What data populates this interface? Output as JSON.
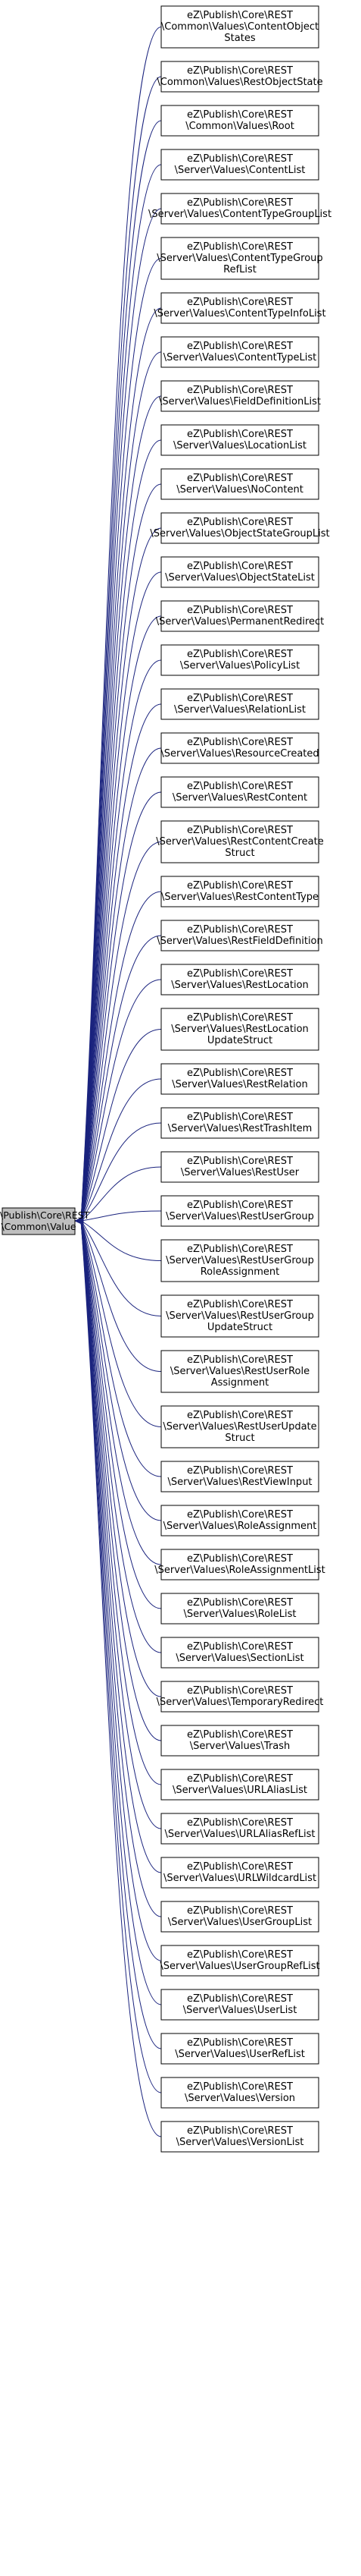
{
  "base_class": [
    "eZ\\Publish\\Core\\REST",
    "\\Common\\Value"
  ],
  "derived_classes": [
    [
      "eZ\\Publish\\Core\\REST",
      "\\Common\\Values\\ContentObject",
      "States"
    ],
    [
      "eZ\\Publish\\Core\\REST",
      "\\Common\\Values\\RestObjectState"
    ],
    [
      "eZ\\Publish\\Core\\REST",
      "\\Common\\Values\\Root"
    ],
    [
      "eZ\\Publish\\Core\\REST",
      "\\Server\\Values\\ContentList"
    ],
    [
      "eZ\\Publish\\Core\\REST",
      "\\Server\\Values\\ContentTypeGroupList"
    ],
    [
      "eZ\\Publish\\Core\\REST",
      "\\Server\\Values\\ContentTypeGroup",
      "RefList"
    ],
    [
      "eZ\\Publish\\Core\\REST",
      "\\Server\\Values\\ContentTypeInfoList"
    ],
    [
      "eZ\\Publish\\Core\\REST",
      "\\Server\\Values\\ContentTypeList"
    ],
    [
      "eZ\\Publish\\Core\\REST",
      "\\Server\\Values\\FieldDefinitionList"
    ],
    [
      "eZ\\Publish\\Core\\REST",
      "\\Server\\Values\\LocationList"
    ],
    [
      "eZ\\Publish\\Core\\REST",
      "\\Server\\Values\\NoContent"
    ],
    [
      "eZ\\Publish\\Core\\REST",
      "\\Server\\Values\\ObjectStateGroupList"
    ],
    [
      "eZ\\Publish\\Core\\REST",
      "\\Server\\Values\\ObjectStateList"
    ],
    [
      "eZ\\Publish\\Core\\REST",
      "\\Server\\Values\\PermanentRedirect"
    ],
    [
      "eZ\\Publish\\Core\\REST",
      "\\Server\\Values\\PolicyList"
    ],
    [
      "eZ\\Publish\\Core\\REST",
      "\\Server\\Values\\RelationList"
    ],
    [
      "eZ\\Publish\\Core\\REST",
      "\\Server\\Values\\ResourceCreated"
    ],
    [
      "eZ\\Publish\\Core\\REST",
      "\\Server\\Values\\RestContent"
    ],
    [
      "eZ\\Publish\\Core\\REST",
      "\\Server\\Values\\RestContentCreate",
      "Struct"
    ],
    [
      "eZ\\Publish\\Core\\REST",
      "\\Server\\Values\\RestContentType"
    ],
    [
      "eZ\\Publish\\Core\\REST",
      "\\Server\\Values\\RestFieldDefinition"
    ],
    [
      "eZ\\Publish\\Core\\REST",
      "\\Server\\Values\\RestLocation"
    ],
    [
      "eZ\\Publish\\Core\\REST",
      "\\Server\\Values\\RestLocation",
      "UpdateStruct"
    ],
    [
      "eZ\\Publish\\Core\\REST",
      "\\Server\\Values\\RestRelation"
    ],
    [
      "eZ\\Publish\\Core\\REST",
      "\\Server\\Values\\RestTrashItem"
    ],
    [
      "eZ\\Publish\\Core\\REST",
      "\\Server\\Values\\RestUser"
    ],
    [
      "eZ\\Publish\\Core\\REST",
      "\\Server\\Values\\RestUserGroup"
    ],
    [
      "eZ\\Publish\\Core\\REST",
      "\\Server\\Values\\RestUserGroup",
      "RoleAssignment"
    ],
    [
      "eZ\\Publish\\Core\\REST",
      "\\Server\\Values\\RestUserGroup",
      "UpdateStruct"
    ],
    [
      "eZ\\Publish\\Core\\REST",
      "\\Server\\Values\\RestUserRole",
      "Assignment"
    ],
    [
      "eZ\\Publish\\Core\\REST",
      "\\Server\\Values\\RestUserUpdate",
      "Struct"
    ],
    [
      "eZ\\Publish\\Core\\REST",
      "\\Server\\Values\\RestViewInput"
    ],
    [
      "eZ\\Publish\\Core\\REST",
      "\\Server\\Values\\RoleAssignment"
    ],
    [
      "eZ\\Publish\\Core\\REST",
      "\\Server\\Values\\RoleAssignmentList"
    ],
    [
      "eZ\\Publish\\Core\\REST",
      "\\Server\\Values\\RoleList"
    ],
    [
      "eZ\\Publish\\Core\\REST",
      "\\Server\\Values\\SectionList"
    ],
    [
      "eZ\\Publish\\Core\\REST",
      "\\Server\\Values\\TemporaryRedirect"
    ],
    [
      "eZ\\Publish\\Core\\REST",
      "\\Server\\Values\\Trash"
    ],
    [
      "eZ\\Publish\\Core\\REST",
      "\\Server\\Values\\URLAliasList"
    ],
    [
      "eZ\\Publish\\Core\\REST",
      "\\Server\\Values\\URLAliasRefList"
    ],
    [
      "eZ\\Publish\\Core\\REST",
      "\\Server\\Values\\URLWildcardList"
    ],
    [
      "eZ\\Publish\\Core\\REST",
      "\\Server\\Values\\UserGroupList"
    ],
    [
      "eZ\\Publish\\Core\\REST",
      "\\Server\\Values\\UserGroupRefList"
    ],
    [
      "eZ\\Publish\\Core\\REST",
      "\\Server\\Values\\UserList"
    ],
    [
      "eZ\\Publish\\Core\\REST",
      "\\Server\\Values\\UserRefList"
    ],
    [
      "eZ\\Publish\\Core\\REST",
      "\\Server\\Values\\Version"
    ],
    [
      "eZ\\Publish\\Core\\REST",
      "\\Server\\Values\\VersionList"
    ]
  ],
  "colors": {
    "edge": "#1a237e",
    "base_fill": "#bfbfbf",
    "node_fill": "#ffffff",
    "border": "#000000"
  }
}
